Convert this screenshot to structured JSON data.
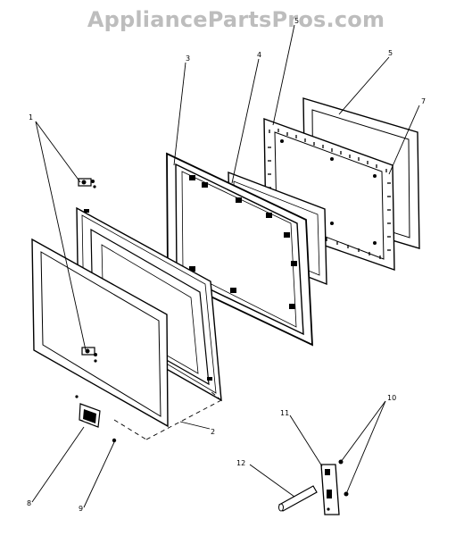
{
  "watermark": "AppliancePartsPros.com",
  "callouts": {
    "c1": "1",
    "c2": "2",
    "c3": "3",
    "c4": "4",
    "c5a": "5",
    "c5b": "5",
    "c7": "7",
    "c8": "8",
    "c9": "9",
    "c10": "10",
    "c11": "11",
    "c12": "12"
  }
}
